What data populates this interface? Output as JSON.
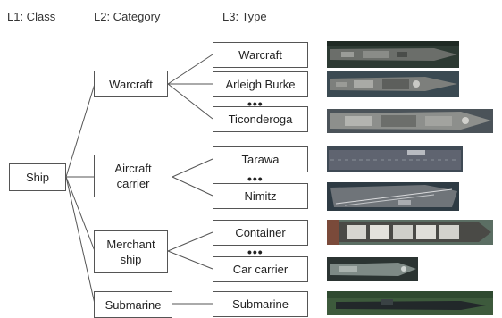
{
  "headers": {
    "l1": "L1: Class",
    "l2": "L2: Category",
    "l3": "L3: Type"
  },
  "l1": {
    "label": "Ship"
  },
  "l2": [
    {
      "label": "Warcraft"
    },
    {
      "label": "Aircraft\ncarrier"
    },
    {
      "label": "Merchant\nship"
    },
    {
      "label": "Submarine"
    }
  ],
  "l3": [
    {
      "label": "Warcraft"
    },
    {
      "label": "Arleigh Burke"
    },
    {
      "label": "Ticonderoga"
    },
    {
      "label": "Tarawa"
    },
    {
      "label": "Nimitz"
    },
    {
      "label": "Container"
    },
    {
      "label": "Car carrier"
    },
    {
      "label": "Submarine"
    }
  ],
  "ellipsis": "•••",
  "colors": {
    "line": "#555555",
    "box_border": "#555555"
  }
}
